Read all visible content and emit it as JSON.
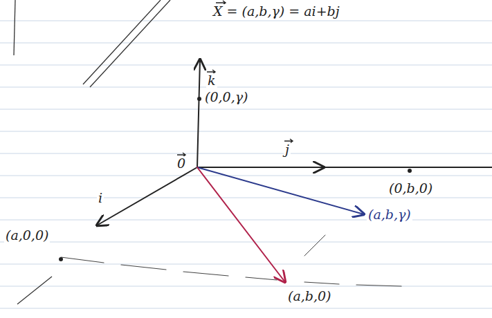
{
  "diagram": {
    "labels": [
      "X = (a,b,γ) = ai+bj",
      "k",
      "(0,0,γ)",
      "j",
      "0",
      "(0,b,0)",
      "i",
      "(a,0,0)",
      "(a,b,γ)",
      "(a,b,0)"
    ]
  }
}
